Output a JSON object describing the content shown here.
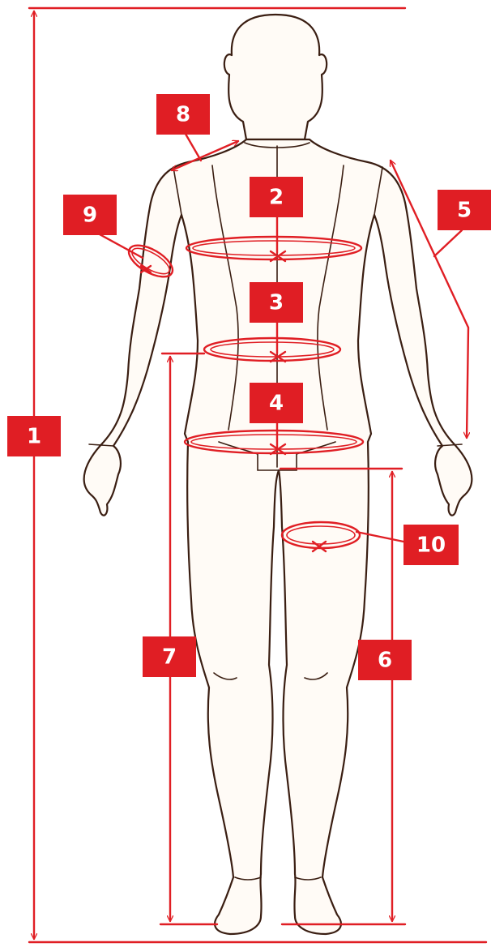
{
  "colors": {
    "accent": "#e01e24",
    "outline": "#3a1e12",
    "skin": "#fffbf6",
    "background": "#ffffff"
  },
  "markers": [
    {
      "id": "1",
      "label": "1",
      "name": "full-height"
    },
    {
      "id": "2",
      "label": "2",
      "name": "chest"
    },
    {
      "id": "3",
      "label": "3",
      "name": "waist"
    },
    {
      "id": "4",
      "label": "4",
      "name": "hips"
    },
    {
      "id": "5",
      "label": "5",
      "name": "arm-length"
    },
    {
      "id": "6",
      "label": "6",
      "name": "inseam"
    },
    {
      "id": "7",
      "label": "7",
      "name": "outseam"
    },
    {
      "id": "8",
      "label": "8",
      "name": "shoulder"
    },
    {
      "id": "9",
      "label": "9",
      "name": "bicep"
    },
    {
      "id": "10",
      "label": "10",
      "name": "thigh"
    }
  ]
}
